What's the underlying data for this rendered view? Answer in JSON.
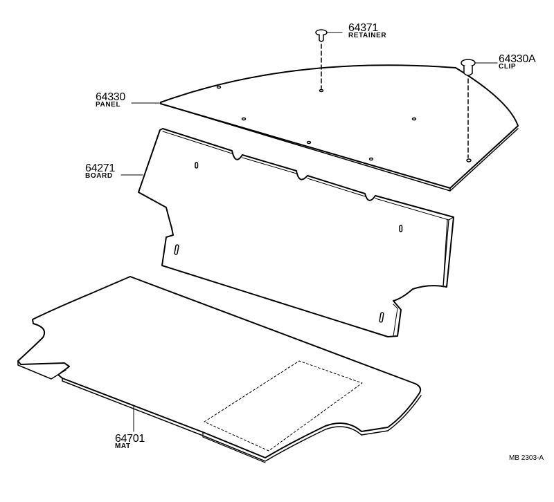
{
  "diagram": {
    "type": "exploded-parts-diagram",
    "parts": [
      {
        "number": "64371",
        "name": "RETAINER"
      },
      {
        "number": "64330A",
        "name": "CLIP"
      },
      {
        "number": "64330",
        "name": "PANEL"
      },
      {
        "number": "64271",
        "name": "BOARD"
      },
      {
        "number": "64701",
        "name": "MAT"
      }
    ],
    "drawing_code": "MB 2303-A"
  }
}
